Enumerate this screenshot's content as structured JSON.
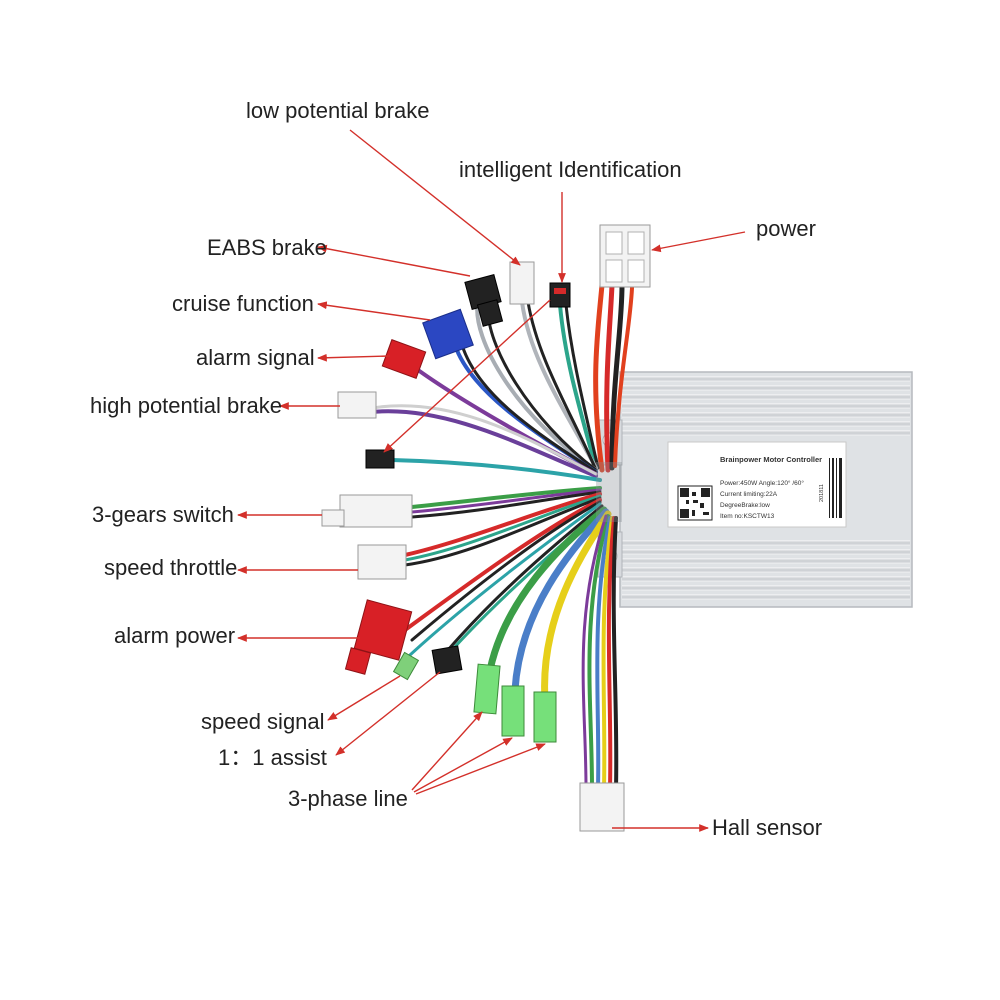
{
  "callouts": {
    "low_potential_brake": "low potential brake",
    "intelligent_identification": "intelligent Identification",
    "power": "power",
    "eabs_brake": "EABS brake",
    "cruise_function": "cruise function",
    "alarm_signal": "alarm signal",
    "high_potential_brake": "high potential brake",
    "gears_switch": "3-gears switch",
    "speed_throttle": "speed throttle",
    "alarm_power": "alarm power",
    "speed_signal": "speed signal",
    "assist": "1：1 assist",
    "phase_line": "3-phase line",
    "hall_sensor": "Hall sensor"
  },
  "controller_label": {
    "title": "Brainpower Motor Controller",
    "line1": "Power:450W  Angle:120° /60°",
    "line2": "Current limiting:22A",
    "line3": "DegreeBrake:low",
    "line4": "Item no:KSCTW13",
    "date_code": "201811"
  },
  "colors": {
    "arrow": "#d3302a",
    "text": "#222222",
    "housing": "#d9dcdf"
  }
}
